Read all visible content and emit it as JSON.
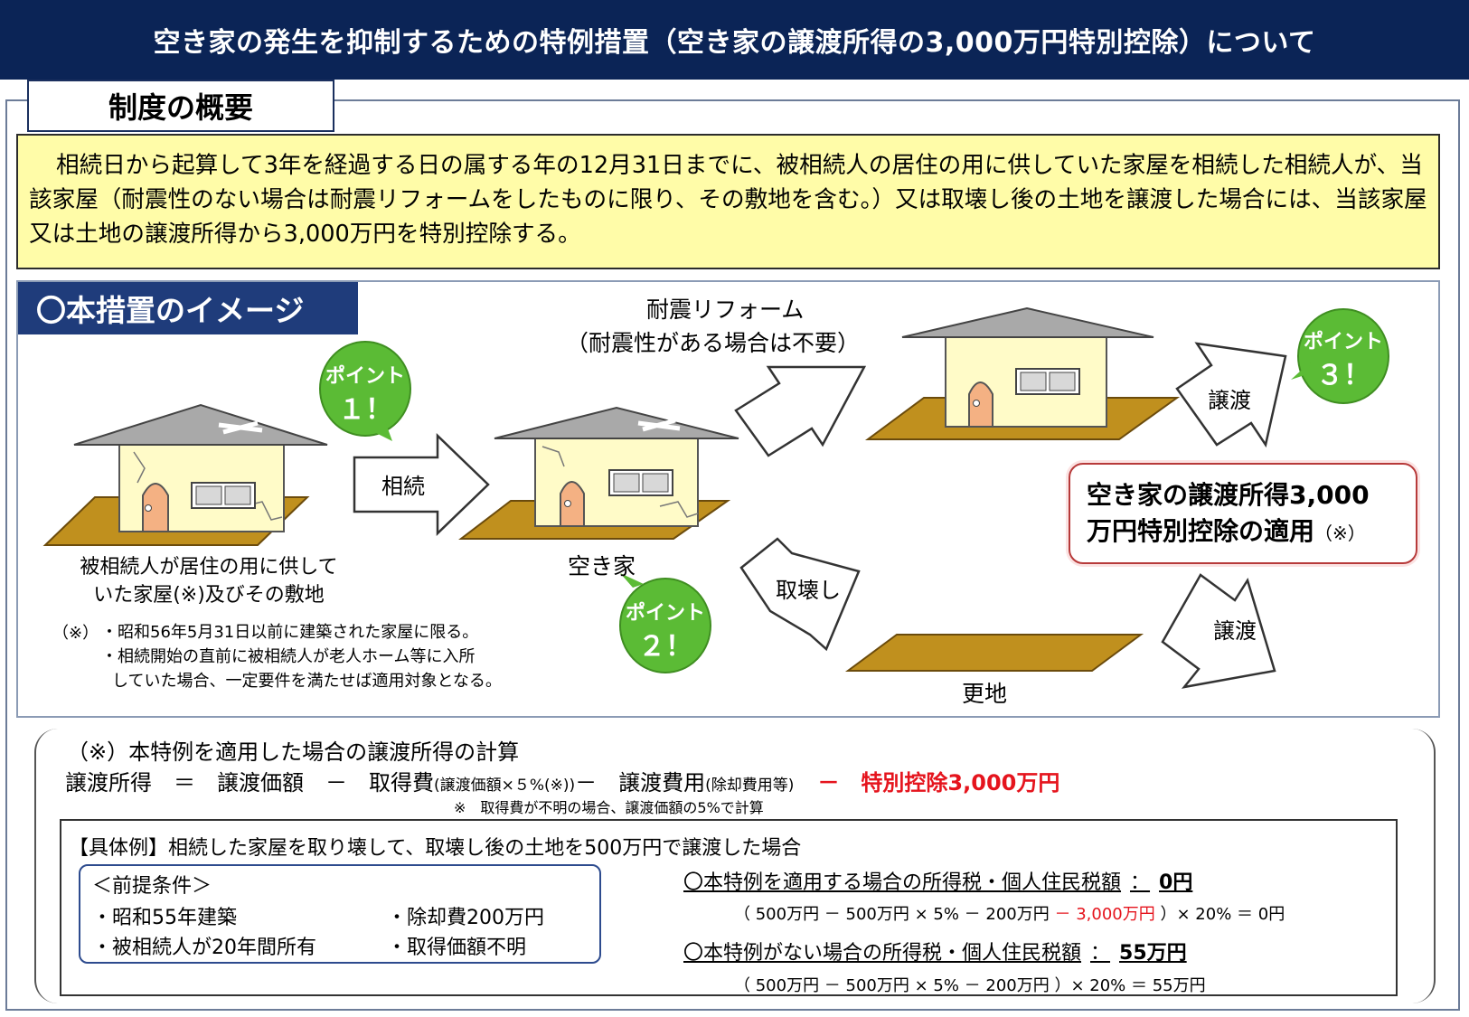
{
  "title": "空き家の発生を抑制するための特例措置（空き家の譲渡所得の3,000万円特別控除）について",
  "overview": {
    "heading": "制度の概要",
    "body": "相続日から起算して3年を経過する日の属する年の12月31日までに、被相続人の居住の用に供していた家屋を相続した相続人が、当該家屋（耐震性のない場合は耐震リフォームをしたものに限り、その敷地を含む。）又は取壊し後の土地を譲渡した場合には、当該家屋又は土地の譲渡所得から3,000万円を特別控除する。"
  },
  "image_section": {
    "heading": "〇本措置のイメージ",
    "points": [
      {
        "label": "ポイント",
        "number": "１！"
      },
      {
        "label": "ポイント",
        "number": "２！"
      },
      {
        "label": "ポイント",
        "number": "３！"
      }
    ],
    "house1_caption_line1": "被相続人が居住の用に供して",
    "house1_caption_line2": "いた家屋(※)及びその敷地",
    "arrow_inherit": "相続",
    "vacant_house_label": "空き家",
    "reform_line1": "耐震リフォーム",
    "reform_line2": "（耐震性がある場合は不要）",
    "arrow_demolish": "取壊し",
    "vacant_land_label": "更地",
    "arrow_transfer_top": "譲渡",
    "arrow_transfer_bottom": "譲渡",
    "result_line1": "空き家の譲渡所得3,000",
    "result_line2": "万円特別控除の適用",
    "result_note": "（※）",
    "note_mark": "（※）",
    "note_line1": "・昭和56年5月31日以前に建築された家屋に限る。",
    "note_line2": "・相続開始の直前に被相続人が老人ホーム等に入所",
    "note_line3": "していた場合、一定要件を満たせば適用対象となる。"
  },
  "calculation": {
    "heading": "（※）本特例を適用した場合の譲渡所得の計算",
    "formula_part1": "譲渡所得　＝　譲渡価額　－　取得費",
    "formula_small1": "(譲渡価額×５%(※))",
    "formula_part2": "－　譲渡費用",
    "formula_small2": "(除却費用等)",
    "formula_red": "－　特別控除3,000万円",
    "footnote": "※　取得費が不明の場合、譲渡価額の5%で計算"
  },
  "example": {
    "heading": "【具体例】相続した家屋を取り壊して、取壊し後の土地を500万円で譲渡した場合",
    "conditions_title": "＜前提条件＞",
    "conditions": [
      "・昭和55年建築",
      "・除却費200万円",
      "・被相続人が20年間所有",
      "・取得価額不明"
    ],
    "with_label": "〇本特例を適用する場合の所得税・個人住民税額",
    "with_sep": "：",
    "with_value": "0円",
    "with_calc_start": "（ 500万円 － 500万円 × 5% － 200万円",
    "with_calc_red": "－ 3,000万円",
    "with_calc_end": "）× 20% ＝ 0円",
    "without_label": "〇本特例がない場合の所得税・個人住民税額",
    "without_sep": "：",
    "without_value": "55万円",
    "without_calc": "（ 500万円 － 500万円 × 5% － 200万円 ）× 20% ＝ 55万円"
  },
  "colors": {
    "title_bg": "#0b2456",
    "overview_bg": "#fffca8",
    "section_tab_bg": "#1f3c7b",
    "point_bubble": "#5bbb35",
    "land": "#c0901e",
    "house_wall": "#fffbc8",
    "roof": "#a9a9a9",
    "accent_red": "#e5141d"
  }
}
